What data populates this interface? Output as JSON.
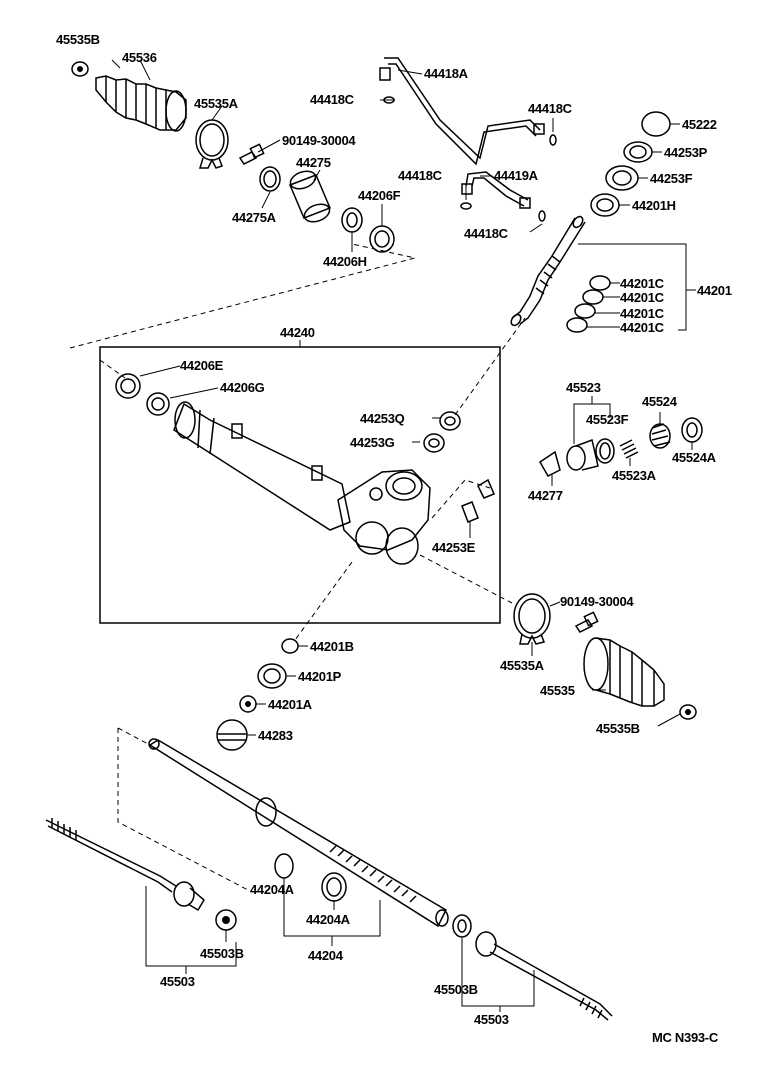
{
  "labels": {
    "l45535b_top": "45535B",
    "l45536": "45536",
    "l45535a_top": "45535A",
    "l90149_top": "90149-30004",
    "l44275": "44275",
    "l44275a": "44275A",
    "l44206f": "44206F",
    "l44206h": "44206H",
    "l44418a": "44418A",
    "l44418c_1": "44418C",
    "l44418c_2": "44418C",
    "l44418c_3": "44418C",
    "l44418c_4": "44418C",
    "l44419a": "44419A",
    "l45222": "45222",
    "l44253p": "44253P",
    "l44253f": "44253F",
    "l44201h": "44201H",
    "l44201c_1": "44201C",
    "l44201c_2": "44201C",
    "l44201c_3": "44201C",
    "l44201c_4": "44201C",
    "l44201": "44201",
    "l44240": "44240",
    "l44206e": "44206E",
    "l44206g": "44206G",
    "l44253q": "44253Q",
    "l44253g": "44253G",
    "l44253e": "44253E",
    "l45523": "45523",
    "l45523f": "45523F",
    "l45524": "45524",
    "l45524a": "45524A",
    "l45523a": "45523A",
    "l44277": "44277",
    "l90149_bot": "90149-30004",
    "l45535a_bot": "45535A",
    "l45535": "45535",
    "l45535b_bot": "45535B",
    "l44201b": "44201B",
    "l44201p": "44201P",
    "l44201a": "44201A",
    "l44283": "44283",
    "l44204a_1": "44204A",
    "l44204a_2": "44204A",
    "l44204": "44204",
    "l45503b_left": "45503B",
    "l45503_left": "45503",
    "l45503b_right": "45503B",
    "l45503_right": "45503",
    "code": "MC N393-C"
  }
}
